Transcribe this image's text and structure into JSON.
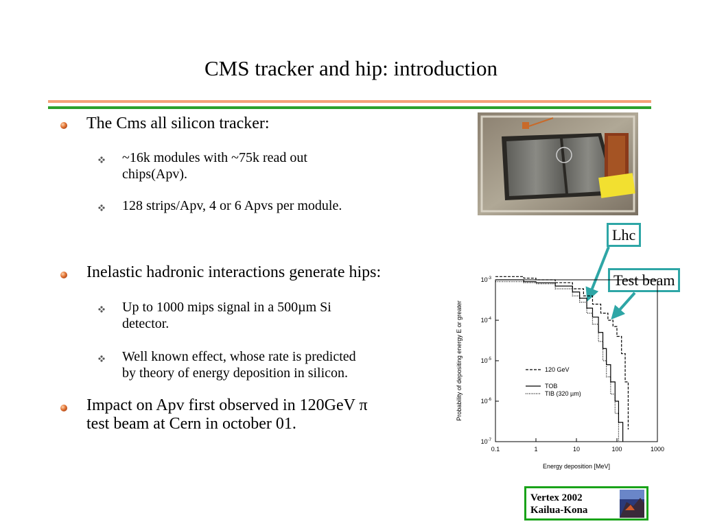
{
  "slide": {
    "title": "CMS tracker and hip: introduction",
    "bullets": [
      {
        "text": "The Cms all silicon tracker:",
        "sub": [
          {
            "line1": "~16k modules with ~75k read out",
            "line2": "chips(Apv)."
          },
          {
            "line1": "128 strips/Apv, 4 or 6 Apvs per module."
          }
        ]
      },
      {
        "text": "Inelastic hadronic interactions generate hips:",
        "sub": [
          {
            "line1": "Up to 1000 mips signal in a 500µm Si",
            "line2": "detector."
          },
          {
            "line1": "Well known effect, whose rate is predicted",
            "line2": "by theory of energy deposition in silicon."
          }
        ]
      },
      {
        "line1": "Impact on Apv first observed in 120GeV π",
        "line2": "test beam at Cern in october 01."
      }
    ]
  },
  "callouts": {
    "lhc": "Lhc",
    "test_beam": "Test beam"
  },
  "chart_data": {
    "type": "line",
    "xlabel": "Energy deposition [MeV]",
    "ylabel": "Probability of depositing energy E or greater",
    "x_scale": "log",
    "y_scale": "log",
    "xlim": [
      0.1,
      1000
    ],
    "ylim": [
      1e-07,
      0.001
    ],
    "x_tick_labels": [
      "0.1",
      "1",
      "10",
      "100",
      "1000"
    ],
    "y_tick_labels": [
      "10-3",
      "10-4",
      "10-5",
      "10-6",
      "10-7"
    ],
    "legend_position": "lower-left",
    "series": [
      {
        "name": "120 GeV",
        "style": "dashed",
        "x": [
          0.1,
          0.5,
          1,
          3,
          8,
          15,
          25,
          40,
          60,
          80,
          100,
          130,
          160,
          190
        ],
        "y": [
          0.0012,
          0.0011,
          0.001,
          0.00085,
          0.0006,
          0.0004,
          0.00025,
          0.00015,
          0.0001,
          7e-05,
          4e-05,
          1.5e-05,
          3e-06,
          2e-07
        ]
      },
      {
        "name": "TOB",
        "style": "solid",
        "x": [
          0.1,
          0.5,
          1,
          3,
          8,
          12,
          18,
          25,
          35,
          45,
          55,
          70,
          90,
          110,
          140
        ],
        "y": [
          0.001,
          0.0009,
          0.00085,
          0.0007,
          0.0005,
          0.00035,
          0.0002,
          0.00012,
          5e-05,
          2e-05,
          8e-06,
          3e-06,
          1e-06,
          3e-07,
          1e-07
        ]
      },
      {
        "name": "TIB (320 µm)",
        "style": "dotted",
        "x": [
          0.1,
          0.5,
          1,
          3,
          8,
          12,
          18,
          25,
          35,
          45,
          55,
          70,
          90,
          110
        ],
        "y": [
          0.0009,
          0.00085,
          0.0008,
          0.0006,
          0.0004,
          0.00028,
          0.00015,
          8e-05,
          3e-05,
          1e-05,
          4e-06,
          1.5e-06,
          5e-07,
          1e-07
        ]
      }
    ]
  },
  "footer": {
    "line1": "Vertex 2002",
    "line2": "Kailua-Kona"
  },
  "colors": {
    "rule_orange": "#f4a177",
    "rule_green": "#2ca02c",
    "callout_border": "#2ea6a6",
    "footer_border": "#19a319"
  }
}
